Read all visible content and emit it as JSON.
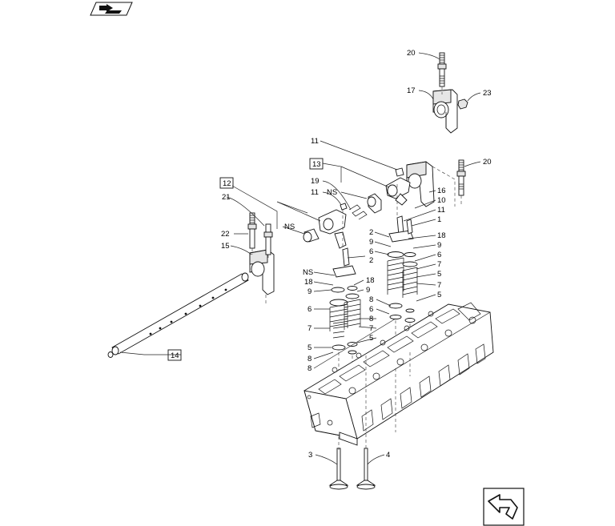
{
  "labels": {
    "l20a": "20",
    "l17": "17",
    "l23": "23",
    "l20b": "20",
    "l11a": "11",
    "l13": "13",
    "l19": "19",
    "l11b": "11",
    "lNSa": "NS",
    "l16": "16",
    "l10": "10",
    "l11c": "11",
    "l1": "1",
    "l12": "12",
    "l21": "21",
    "lNSb": "NS",
    "l22": "22",
    "l15": "15",
    "l2a": "2",
    "l9a": "9",
    "l6a": "6",
    "l2b": "2",
    "l18a": "18",
    "l9b": "9",
    "l6b": "6",
    "l7a": "7",
    "l5a": "5",
    "l7b": "7",
    "l5b": "5",
    "lNSc": "NS",
    "l18b": "18",
    "l9c": "9",
    "l18c": "18",
    "l9d": "9",
    "l6c": "6",
    "l8a": "8",
    "l6d": "6",
    "l7c": "7",
    "l8b": "8",
    "l7d": "7",
    "l5c": "5",
    "l5d": "5",
    "l8c": "8",
    "l8d": "8",
    "l14": "14",
    "l3": "3",
    "l4": "4"
  },
  "icons": {
    "top_left": "book-arrow-icon",
    "bottom_right": "navigation-arrow-icon"
  }
}
